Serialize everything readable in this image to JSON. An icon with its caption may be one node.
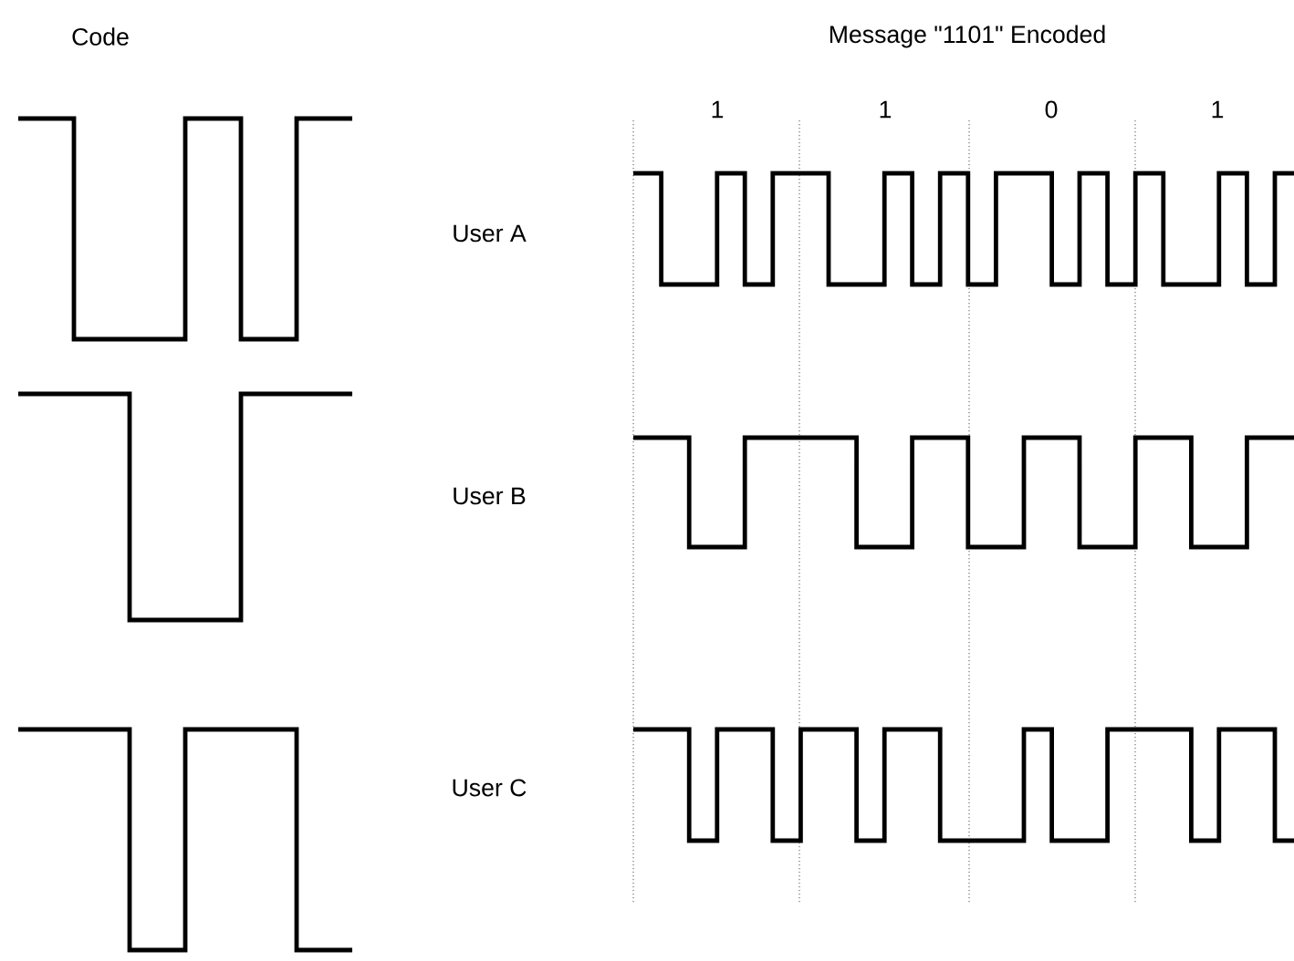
{
  "diagram": {
    "labels": [
      "Code",
      "Message \"1101\" Encoded",
      "1",
      "1",
      "0",
      "1",
      "User A",
      "User B",
      "User C"
    ]
  }
}
